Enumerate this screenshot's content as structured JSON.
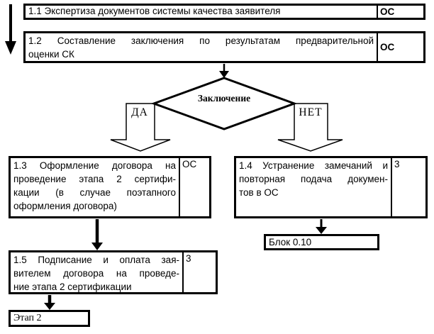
{
  "diagram": {
    "title_context": "certification-process-flowchart",
    "boxes": {
      "b11": {
        "text": "1.1 Экспертиза документов системы качества заявителя",
        "owner": "ОС"
      },
      "b12": {
        "lines": [
          "1.2 Составление заключения по результатам предварительной",
          "оценки СК"
        ],
        "owner": "ОС"
      },
      "b13": {
        "lines": [
          "1.3 Оформление договора на",
          "проведение этапа 2 сертифи-",
          "кации (в случае поэтапного",
          "оформления договора)"
        ],
        "owner": "ОС"
      },
      "b14": {
        "lines": [
          "1.4 Устранение замечаний и",
          "повторная подача докумен-",
          "тов в ОС"
        ],
        "owner": "3"
      },
      "b15": {
        "lines": [
          "1.5 Подписание и оплата зая-",
          "вителем договора на проведе-",
          "ние этапа 2 сертификации"
        ],
        "owner": "3"
      },
      "block010": {
        "text": "Блок 0.10"
      },
      "etap2": {
        "text": "Этап 2"
      }
    },
    "decision": {
      "label": "Заключение",
      "yes_label": "ДА",
      "no_label": "НЕТ"
    },
    "colors": {
      "ink": "#000000",
      "paper": "#ffffff"
    }
  }
}
